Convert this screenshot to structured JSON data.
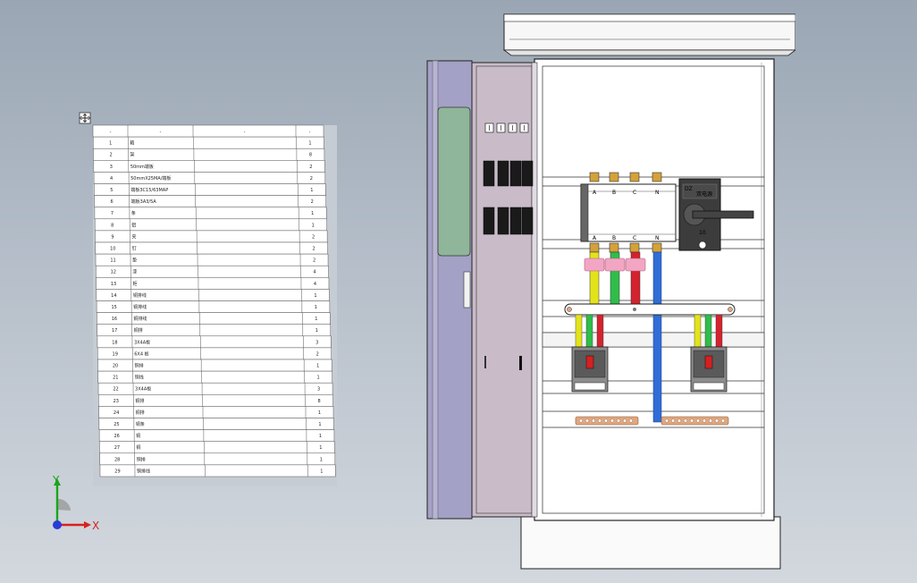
{
  "bom_table": {
    "header": [
      "-",
      "-",
      "-",
      "-"
    ],
    "rows": [
      {
        "no": "1",
        "name": "箱",
        "qty": "1"
      },
      {
        "no": "2",
        "name": "架",
        "qty": "8"
      },
      {
        "no": "3",
        "name": "50mm端板",
        "qty": "2"
      },
      {
        "no": "4",
        "name": "50mmX25MA/端板",
        "qty": "2"
      },
      {
        "no": "5",
        "name": "端板3C15/63MAP",
        "qty": "1"
      },
      {
        "no": "6",
        "name": "端板3A3/5A",
        "qty": "2"
      },
      {
        "no": "7",
        "name": "条",
        "qty": "1"
      },
      {
        "no": "8",
        "name": "铝",
        "qty": "1"
      },
      {
        "no": "9",
        "name": "夹",
        "qty": "2"
      },
      {
        "no": "10",
        "name": "钉",
        "qty": "2"
      },
      {
        "no": "11",
        "name": "垫",
        "qty": "2"
      },
      {
        "no": "12",
        "name": "漆",
        "qty": "4"
      },
      {
        "no": "13",
        "name": "柜",
        "qty": "4"
      },
      {
        "no": "14",
        "name": "铜排线",
        "qty": "1"
      },
      {
        "no": "15",
        "name": "铜排线",
        "qty": "1"
      },
      {
        "no": "16",
        "name": "铜排线",
        "qty": "1"
      },
      {
        "no": "17",
        "name": "铜排",
        "qty": "1"
      },
      {
        "no": "18",
        "name": "3X4A板",
        "qty": "3"
      },
      {
        "no": "19",
        "name": "6X4 板",
        "qty": "2"
      },
      {
        "no": "20",
        "name": "铜排",
        "qty": "1"
      },
      {
        "no": "21",
        "name": "铜线",
        "qty": "1"
      },
      {
        "no": "22",
        "name": "3X4A板",
        "qty": "3"
      },
      {
        "no": "23",
        "name": "铜排",
        "qty": "8"
      },
      {
        "no": "24",
        "name": "铜排",
        "qty": "1"
      },
      {
        "no": "25",
        "name": "铜条",
        "qty": "1"
      },
      {
        "no": "26",
        "name": "铜",
        "qty": "1"
      },
      {
        "no": "27",
        "name": "铜",
        "qty": "1"
      },
      {
        "no": "28",
        "name": "铜排",
        "qty": "1"
      },
      {
        "no": "29",
        "name": "铜排线",
        "qty": "1"
      }
    ]
  },
  "triad": {
    "y_label": "Y",
    "x_label": "X"
  },
  "phases": {
    "top": [
      "A",
      "B",
      "C",
      "N"
    ],
    "bottom": [
      "A",
      "B",
      "C",
      "N"
    ]
  },
  "switch": {
    "label1": "DZ",
    "label2": "双电源",
    "label3": "10"
  },
  "colors": {
    "background": "#b5bec9",
    "door_outer": "#a4a1c6",
    "door_inner": "#c9bcc8",
    "window": "#8fb59a",
    "phase_a": "#e3e31c",
    "phase_b": "#2fbd4a",
    "phase_c": "#d4232e",
    "neutral": "#2f6ed6",
    "copper": "#e0a77f",
    "terminal": "#d4a23a"
  }
}
